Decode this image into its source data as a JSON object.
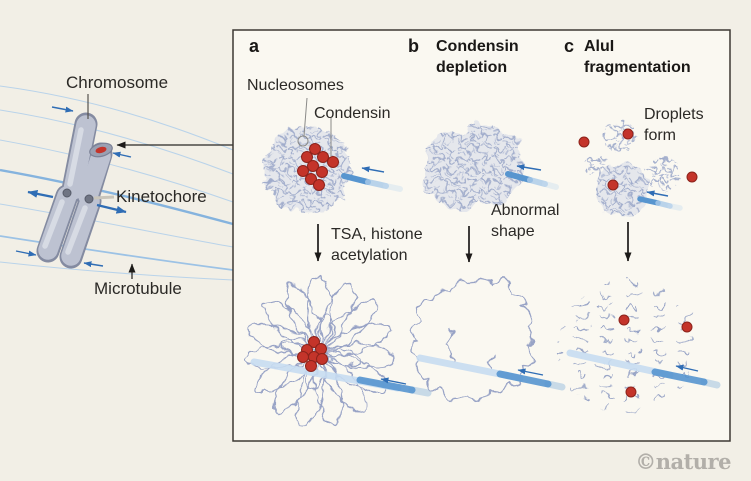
{
  "figure": {
    "left_diagram": {
      "chromosome_label": "Chromosome",
      "kinetochore_label": "Kinetochore",
      "microtubule_label": "Microtubule"
    },
    "panel_a": {
      "letter": "a",
      "nucleosomes_label": "Nucleosomes",
      "condensin_label": "Condensin",
      "treatment_label": "TSA, histone acetylation"
    },
    "panel_b": {
      "letter": "b",
      "title": "Condensin depletion",
      "result_label": "Abnormal shape"
    },
    "panel_c": {
      "letter": "c",
      "title": "AluI fragmentation",
      "result_label": "Droplets form"
    },
    "credit": "©nature",
    "colors": {
      "background": "#f2efe6",
      "panel_background": "#faf8f1",
      "panel_border": "#3c3933",
      "chromatin": "#a6b1ce",
      "condensin_red": "#c4342a",
      "microtubule_blue": "#5795cf",
      "arrow_blue": "#2f6db5",
      "text": "#2b2926"
    }
  }
}
